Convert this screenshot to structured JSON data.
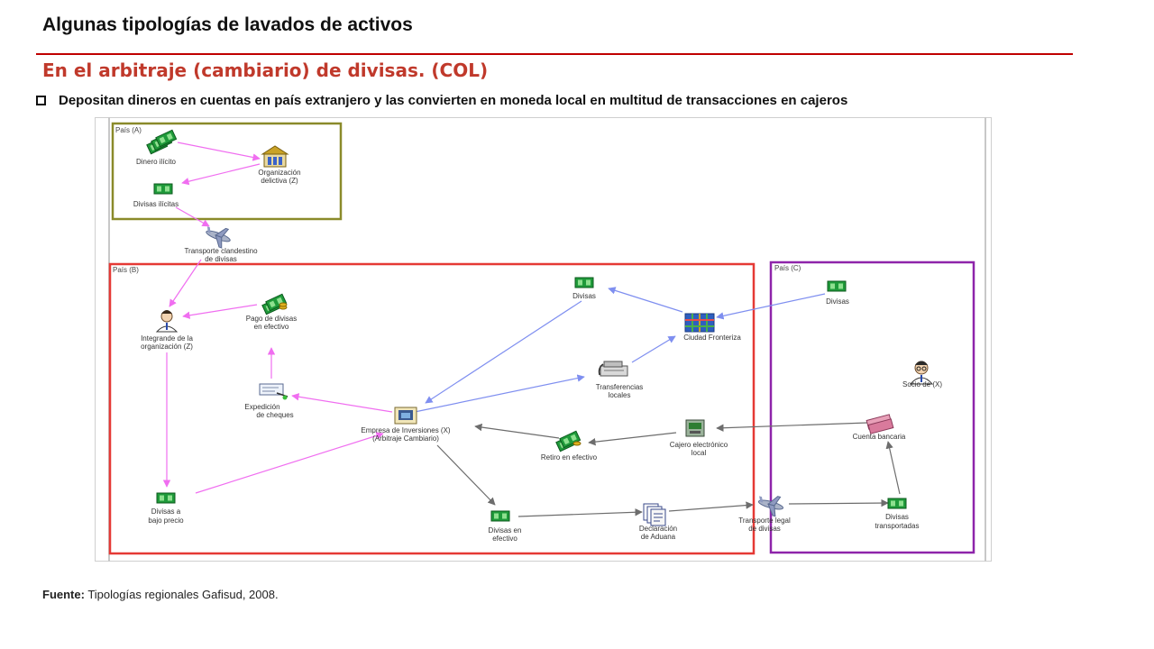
{
  "slide": {
    "title": "Algunas tipologías de lavados de activos",
    "subtitle": "En el arbitraje (cambiario) de divisas. (COL)",
    "bullet": "Depositan dineros en cuentas en país extranjero y las convierten en moneda local en multitud de transacciones en cajeros",
    "source_label": "Fuente:",
    "source_text": " Tipologías regionales Gafisud, 2008."
  },
  "diagram": {
    "regions": {
      "a": "País (A)",
      "b": "País (B)",
      "c": "País (C)"
    },
    "colors": {
      "region_a": "#8a8a2a",
      "region_b": "#e53935",
      "region_c": "#8e24aa",
      "arrow_pink": "#f06ef0",
      "arrow_blue": "#7f8ff0",
      "arrow_gray": "#6d6d6d",
      "money": "#1f9a3a"
    },
    "nodes": {
      "dinero_ilicito": [
        "Dinero ilícito"
      ],
      "organizacion": [
        "Organización",
        "delictiva (Z)"
      ],
      "divisas_ilicitas": [
        "Divisas ilícitas"
      ],
      "transporte_clandestino": [
        "Transporte clandestino",
        "de divisas"
      ],
      "integrante": [
        "Integrande de la",
        "organización (Z)"
      ],
      "pago_divisas": [
        "Pago de divisas",
        "en efectivo"
      ],
      "expedicion": [
        "Expedición",
        "de cheques"
      ],
      "divisas_bajo": [
        "Divisas a",
        "bajo precio"
      ],
      "empresa": [
        "Empresa de Inversiones (X)",
        "(Arbitraje Cambiario)"
      ],
      "divisas_b": [
        "Divisas"
      ],
      "ciudad_fronteriza": [
        "Ciudad Fronteriza"
      ],
      "transferencias": [
        "Transferencias",
        "locales"
      ],
      "retiro": [
        "Retiro en efectivo"
      ],
      "cajero": [
        "Cajero electrónico",
        "local"
      ],
      "divisas_efectivo": [
        "Divisas en",
        "efectivo"
      ],
      "declaracion": [
        "Declaración",
        "de Aduana"
      ],
      "transporte_legal": [
        "Transporte legal",
        "de divisas"
      ],
      "divisas_c": [
        "Divisas"
      ],
      "socio": [
        "Socio de (X)"
      ],
      "cuenta_bancaria": [
        "Cuenta bancaria"
      ],
      "divisas_transportadas": [
        "Divisas",
        "transportadas"
      ]
    },
    "icons": {
      "dinero_ilicito": "money-stack-icon",
      "organizacion": "building-icon",
      "divisas_ilicitas": "banknote-icon",
      "transporte_clandestino": "airplane-icon",
      "integrante": "person-icon",
      "pago_divisas": "money-coins-icon",
      "expedicion": "cheque-icon",
      "divisas_bajo": "banknote-icon",
      "empresa": "office-icon",
      "divisas_b": "banknote-icon",
      "ciudad_fronteriza": "city-grid-icon",
      "transferencias": "phone-fax-icon",
      "retiro": "money-coins-icon",
      "cajero": "atm-icon",
      "divisas_efectivo": "banknote-icon",
      "declaracion": "document-icon",
      "transporte_legal": "airplane-icon",
      "divisas_c": "banknote-icon",
      "socio": "person-glasses-icon",
      "cuenta_bancaria": "bank-account-icon",
      "divisas_transportadas": "banknote-icon"
    }
  }
}
